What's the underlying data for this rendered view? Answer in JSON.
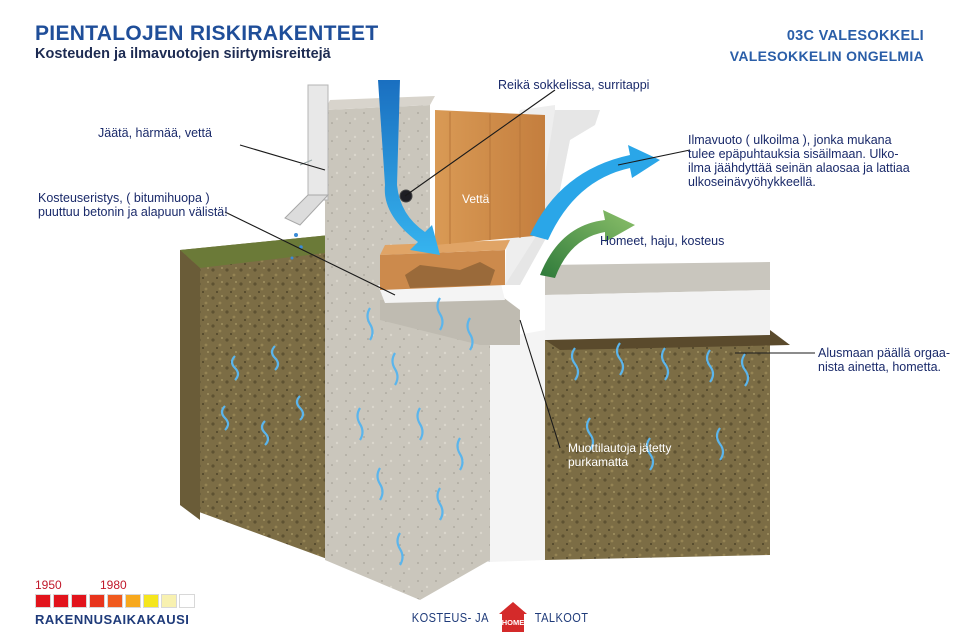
{
  "header": {
    "title": "PIENTALOJEN RISKIRAKENTEET",
    "subtitle": "Kosteuden ja ilmavuotojen siirtymisreittejä",
    "code": "03C VALESOKKELI",
    "code_subtitle": "VALESOKKELIN ONGELMIA"
  },
  "labels": {
    "hole": "Reikä sokkelissa, surritappi",
    "ice": "Jäätä, härmää, vettä",
    "insulation_line1": "Kosteuseristys, ( bitumihuopa )",
    "insulation_line2": "puuttuu betonin ja alapuun välistä!",
    "water": "Vettä",
    "airleak_line1": "Ilmavuoto ( ulkoilma ), jonka mukana",
    "airleak_line2": "tulee epäpuhtauksia sisäilmaan. Ulko-",
    "airleak_line3": "ilma jäähdyttää seinän alaosaa ja lattiaa",
    "airleak_line4": "ulkoseinävyöhykkeellä.",
    "mold": "Homeet, haju, kosteus",
    "organic_line1": "Alusmaan päällä orgaa-",
    "organic_line2": "nista ainetta, hometta.",
    "formwork_line1": "Muottilautoja jätetty",
    "formwork_line2": "purkamatta"
  },
  "legend": {
    "year_start": "1950",
    "year_end": "1980",
    "era_label": "RAKENNUSAIKAKAUSI",
    "scale_colors": [
      "#e2141c",
      "#e2141c",
      "#e2141c",
      "#e8341c",
      "#f05a1e",
      "#f7a81d",
      "#f5e61e",
      "#f8f1b0",
      "#ffffff"
    ]
  },
  "logo": {
    "left": "KOSTEUS- JA",
    "badge": "HOME",
    "right": "TALKOOT"
  },
  "colors": {
    "title_blue": "#1f4e99",
    "text_navy": "#1a2a6a",
    "arrow_blue": "#2aa6e8",
    "arrow_green": "#5aa64a",
    "concrete": "#c8c4ba",
    "soil": "#7a6a42"
  }
}
